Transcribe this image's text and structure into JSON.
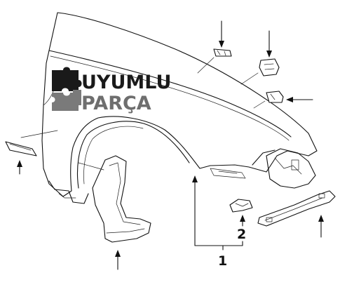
{
  "watermark": {
    "line1": "UYUMLU",
    "line2": "PARÇA",
    "colors": {
      "line1": "#1a1a1a",
      "line2": "#6e6e6e",
      "puzzle_dark": "#1a1a1a",
      "puzzle_light": "#7a7a7a"
    }
  },
  "callouts": {
    "label_1": "1",
    "label_2": "2"
  },
  "colors": {
    "line": "#111111",
    "background": "#ffffff"
  }
}
